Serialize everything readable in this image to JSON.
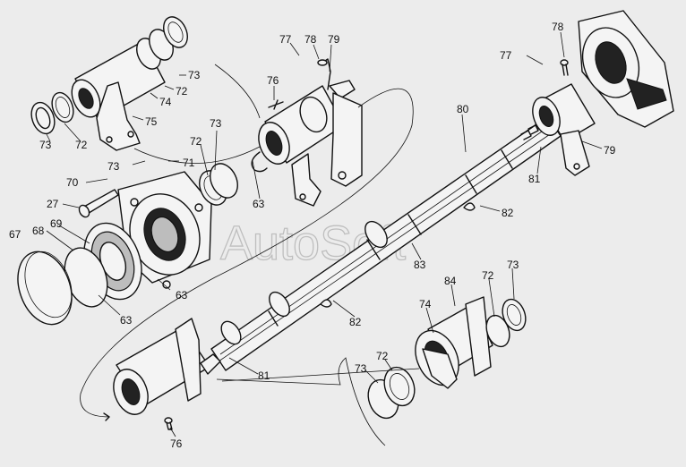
{
  "watermark": "AutoSoft",
  "labels": [
    {
      "id": "73a",
      "text": "73"
    },
    {
      "id": "72a",
      "text": "72"
    },
    {
      "id": "74a",
      "text": "74"
    },
    {
      "id": "75",
      "text": "75"
    },
    {
      "id": "73b",
      "text": "73"
    },
    {
      "id": "72b",
      "text": "72"
    },
    {
      "id": "77a",
      "text": "77"
    },
    {
      "id": "78a",
      "text": "78"
    },
    {
      "id": "79a",
      "text": "79"
    },
    {
      "id": "76a",
      "text": "76"
    },
    {
      "id": "73c",
      "text": "73"
    },
    {
      "id": "72c",
      "text": "72"
    },
    {
      "id": "73d",
      "text": "73"
    },
    {
      "id": "71",
      "text": "71"
    },
    {
      "id": "70",
      "text": "70"
    },
    {
      "id": "27",
      "text": "27"
    },
    {
      "id": "63a",
      "text": "63"
    },
    {
      "id": "68",
      "text": "68"
    },
    {
      "id": "69",
      "text": "69"
    },
    {
      "id": "67",
      "text": "67"
    },
    {
      "id": "63b",
      "text": "63"
    },
    {
      "id": "63c",
      "text": "63"
    },
    {
      "id": "80",
      "text": "80"
    },
    {
      "id": "77b",
      "text": "77"
    },
    {
      "id": "78b",
      "text": "78"
    },
    {
      "id": "79b",
      "text": "79"
    },
    {
      "id": "81a",
      "text": "81"
    },
    {
      "id": "82a",
      "text": "82"
    },
    {
      "id": "83",
      "text": "83"
    },
    {
      "id": "82b",
      "text": "82"
    },
    {
      "id": "84",
      "text": "84"
    },
    {
      "id": "74b",
      "text": "74"
    },
    {
      "id": "72d",
      "text": "72"
    },
    {
      "id": "73e",
      "text": "73"
    },
    {
      "id": "81b",
      "text": "81"
    },
    {
      "id": "73f",
      "text": "73"
    },
    {
      "id": "72e",
      "text": "72"
    },
    {
      "id": "76b",
      "text": "76"
    }
  ]
}
